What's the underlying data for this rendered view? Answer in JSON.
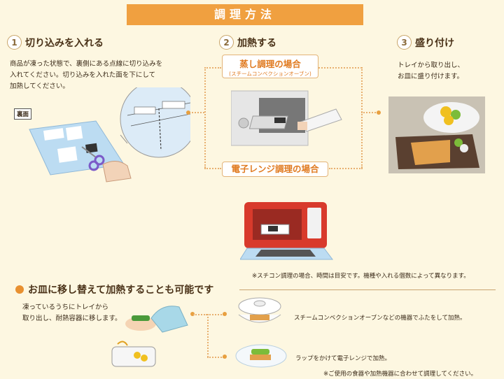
{
  "title": "調理方法",
  "steps": [
    {
      "num": "1",
      "heading": "切り込みを入れる",
      "lines": [
        "商品が凍った状態で、裏側にある点線に切り込みを",
        "入れてください。切り込みを入れた面を下にして",
        "加熱してください。"
      ],
      "tag": "裏面"
    },
    {
      "num": "2",
      "heading": "加熱する",
      "steam_title": "蒸し調理の場合",
      "steam_sub": "(スチームコンベクションオーブン)",
      "micro_title": "電子レンジ調理の場合"
    },
    {
      "num": "3",
      "heading": "盛り付け",
      "lines": [
        "トレイから取り出し、",
        "お皿に盛り付けます。"
      ]
    }
  ],
  "note_steamcon": "※スチコン調理の場合、時間は目安です。機種や入れる個数によって異なります。",
  "section2": {
    "heading": "お皿に移し替えて加熱することも可能です",
    "lines": [
      "凍っているうちにトレイから",
      "取り出し、耐熱容器に移します。"
    ],
    "option1": "スチームコンベクションオーブンなどの機器でふたをして加熱。",
    "option2": "ラップをかけて電子レンジで加熱。",
    "note": "※ご使用の食器や加熱機器に合わせて調理してください。"
  },
  "colors": {
    "accent": "#f0a040",
    "background": "#fdf7e1",
    "microwave": "#d83a2c"
  }
}
